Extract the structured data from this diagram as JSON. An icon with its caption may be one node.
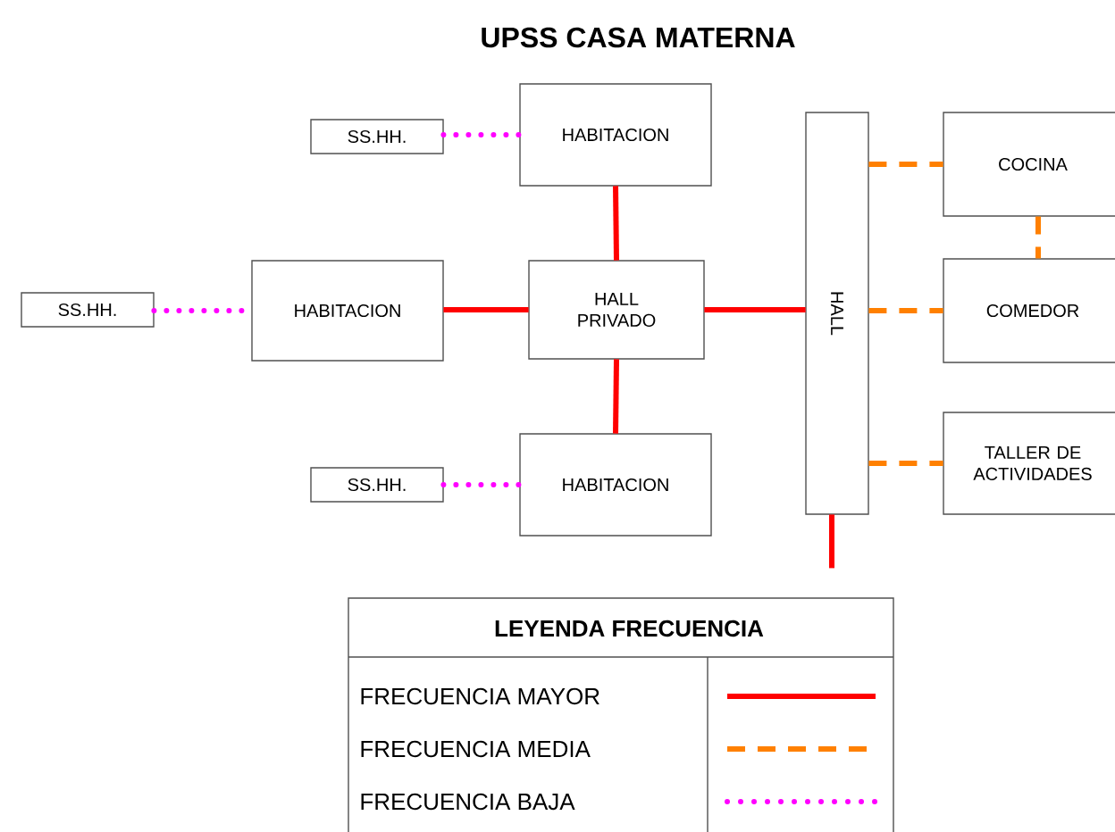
{
  "diagram": {
    "title": "UPSS CASA MATERNA",
    "nodes": [
      {
        "text": [
          "HABITACION"
        ]
      },
      {
        "text": [
          "SS.HH."
        ]
      },
      {
        "text": [
          "HABITACION"
        ]
      },
      {
        "text": [
          "SS.HH."
        ]
      },
      {
        "text": [
          "HALL PRIVADO"
        ]
      },
      {
        "text": [
          "HABITACION"
        ]
      },
      {
        "text": [
          "SS.HH."
        ]
      },
      {
        "text": [
          "HALL"
        ]
      },
      {
        "text": [
          "COCINA"
        ]
      },
      {
        "text": [
          "COMEDOR"
        ]
      },
      {
        "text": [
          "TALLER DE ACTIVIDADES"
        ]
      }
    ],
    "edges": [
      {
        "from": 1,
        "to": 0,
        "arrow": "none",
        "style": "dashed",
        "color": "#ff00ff"
      },
      {
        "from": 0,
        "to": 4,
        "arrow": "none"
      },
      {
        "from": 3,
        "to": 2,
        "arrow": "none",
        "style": "dashed",
        "color": "#ff00ff"
      },
      {
        "from": 2,
        "to": 4,
        "arrow": "none"
      },
      {
        "from": 4,
        "to": 7,
        "arrow": "none"
      },
      {
        "from": 4,
        "to": 5,
        "arrow": "none"
      },
      {
        "from": 6,
        "to": 5,
        "arrow": "none",
        "style": "dashed",
        "color": "#ff00ff"
      },
      {
        "from": 7,
        "to": 8,
        "arrow": "none",
        "style": "dashed",
        "color": "#ff8000"
      },
      {
        "from": 8,
        "to": 9,
        "arrow": "none",
        "style": "dashed",
        "color": "#ff8000"
      },
      {
        "from": 7,
        "to": 9,
        "arrow": "none",
        "style": "dashed",
        "color": "#ff8000"
      },
      {
        "from": 7,
        "to": 10,
        "arrow": "none",
        "style": "dashed",
        "color": "#ff8000"
      },
      {
        "from": 7,
        "to": null,
        "arrow": "none"
      }
    ],
    "labels": [
      "LEYENDA FRECUENCIA"
    ],
    "legend": [
      {
        "text": "FRECUENCIA MAYOR"
      },
      {
        "text": "FRECUENCIA MEDIA"
      },
      {
        "text": "FRECUENCIA BAJA"
      }
    ]
  }
}
